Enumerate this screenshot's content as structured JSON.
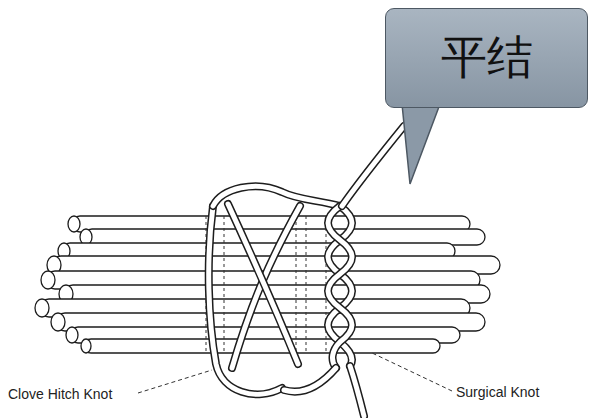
{
  "diagram": {
    "nodes": [
      {
        "text": [
          "平结"
        ]
      }
    ],
    "labels": [
      "Clove Hitch Knot",
      "Surgical Knot"
    ]
  }
}
